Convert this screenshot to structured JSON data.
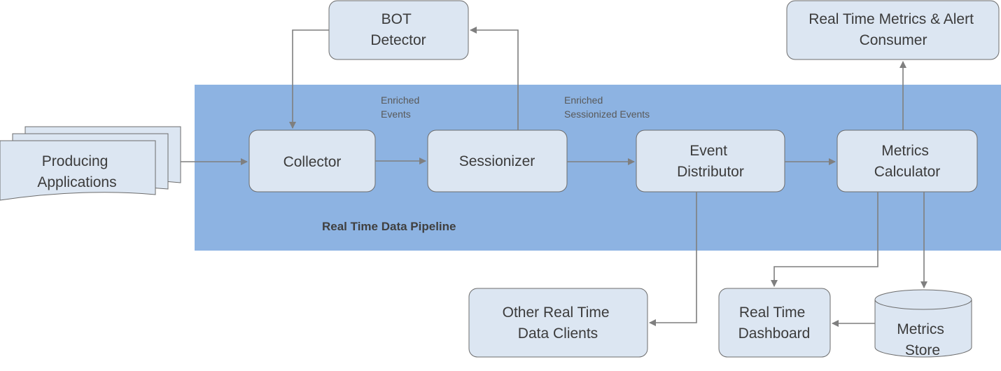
{
  "region": {
    "label": "Real Time Data Pipeline",
    "color": "#8db3e2"
  },
  "node_fill": "#dce6f2",
  "line_color": "#7f7f7f",
  "nodes": {
    "producing_applications": [
      "Producing",
      "Applications"
    ],
    "bot_detector": [
      "BOT",
      "Detector"
    ],
    "collector": [
      "Collector"
    ],
    "sessionizer": [
      "Sessionizer"
    ],
    "event_distributor": [
      "Event",
      "Distributor"
    ],
    "metrics_calculator": [
      "Metrics",
      "Calculator"
    ],
    "metrics_alert_consumer": [
      "Real Time Metrics & Alert",
      "Consumer"
    ],
    "other_clients": [
      "Other Real Time",
      "Data Clients"
    ],
    "dashboard": [
      "Real Time",
      "Dashboard"
    ],
    "metrics_store": [
      "Metrics",
      "Store"
    ]
  },
  "edge_labels": {
    "enriched_events": [
      "Enriched",
      "Events"
    ],
    "enriched_sessionized_events": [
      "Enriched",
      "Sessionized Events"
    ]
  }
}
